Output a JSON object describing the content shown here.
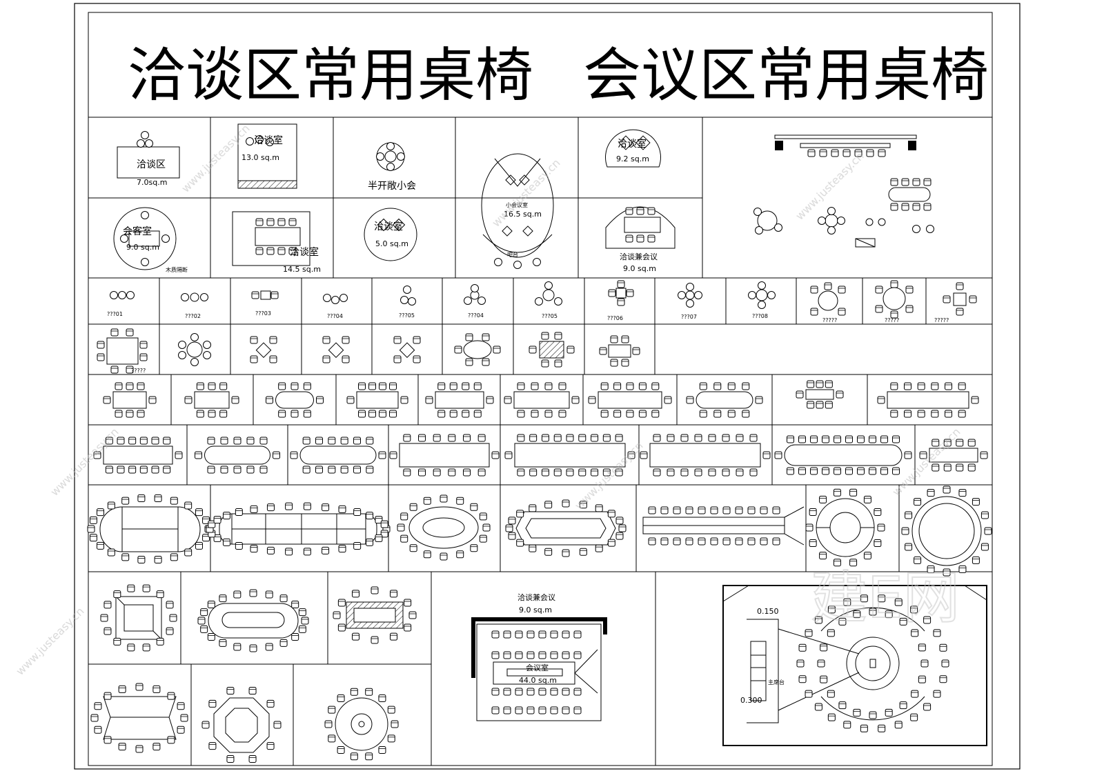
{
  "titles": {
    "left": "洽谈区常用桌椅",
    "right": "会议区常用桌椅"
  },
  "room_labels": {
    "qiatan_area": "洽谈区",
    "qiatan_area_size": "7.0sq.m",
    "qiatan_room_a": "洽谈室",
    "qiatan_room_a_size": "13.0 sq.m",
    "half_open_meeting": "半开敞小会",
    "small_meeting_room": "小会议室",
    "small_meeting_size": "16.5 sq.m",
    "reception_desk": "吧台",
    "qiatan_room_b": "洽谈室",
    "qiatan_room_b_size": "9.2 sq.m",
    "reception_room": "会客室",
    "reception_room_size": "9.0 sq.m",
    "partition": "木质隔断",
    "qiatan_room_c": "洽谈室",
    "qiatan_room_c_size": "14.5 sq.m",
    "qiatan_room_d": "洽谈室",
    "qiatan_room_d_size": "5.0 sq.m",
    "combo_meeting": "洽谈兼会议",
    "combo_meeting_size": "9.0 sq.m",
    "combo_meeting_2": "洽谈兼会议",
    "combo_meeting_2_size": "9.0 sq.m",
    "meeting_room": "会议室",
    "meeting_room_size": "44.0 sq.m",
    "podium": "主席台",
    "level_top": "0.150",
    "level_bottom": "0.300"
  },
  "small_labels": [
    "???01",
    "???02",
    "???03",
    "???04",
    "???05",
    "???04",
    "???05",
    "???06",
    "???07",
    "???08",
    "?????",
    "?????",
    "?????"
  ],
  "watermarks": {
    "site": "www.justeasy.cn",
    "brand": "建E网"
  }
}
